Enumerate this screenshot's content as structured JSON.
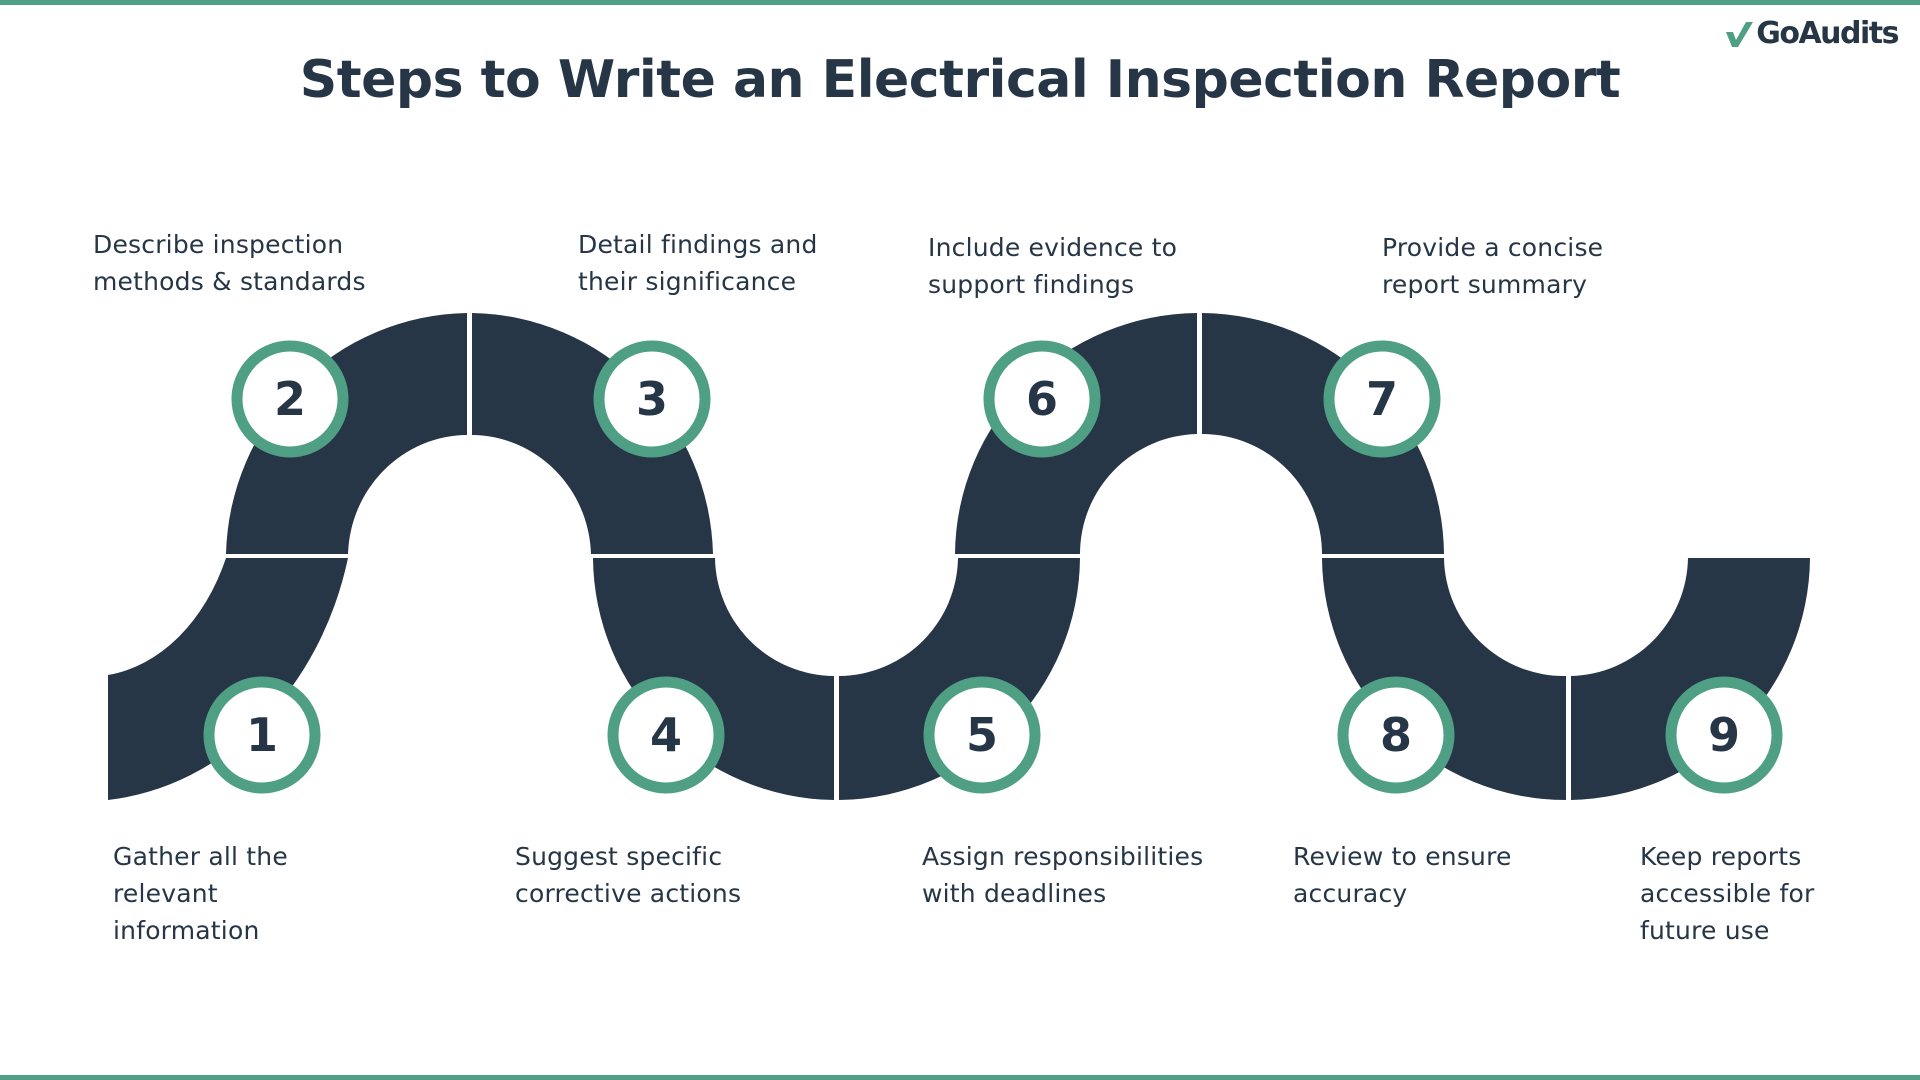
{
  "brand": {
    "name": "GoAudits",
    "accent": "#4e9f83",
    "dark": "#263646"
  },
  "title": "Steps to Write an Electrical Inspection Report",
  "steps": [
    {
      "number": "1",
      "text": "Gather all the relevant information"
    },
    {
      "number": "2",
      "text": "Describe inspection methods & standards"
    },
    {
      "number": "3",
      "text": "Detail findings and their significance"
    },
    {
      "number": "4",
      "text": "Suggest specific corrective actions"
    },
    {
      "number": "5",
      "text": "Assign responsibilities with deadlines"
    },
    {
      "number": "6",
      "text": "Include evidence to support findings"
    },
    {
      "number": "7",
      "text": "Provide a concise report summary"
    },
    {
      "number": "8",
      "text": "Review to ensure accuracy"
    },
    {
      "number": "9",
      "text": "Keep reports accessible for future use"
    }
  ]
}
